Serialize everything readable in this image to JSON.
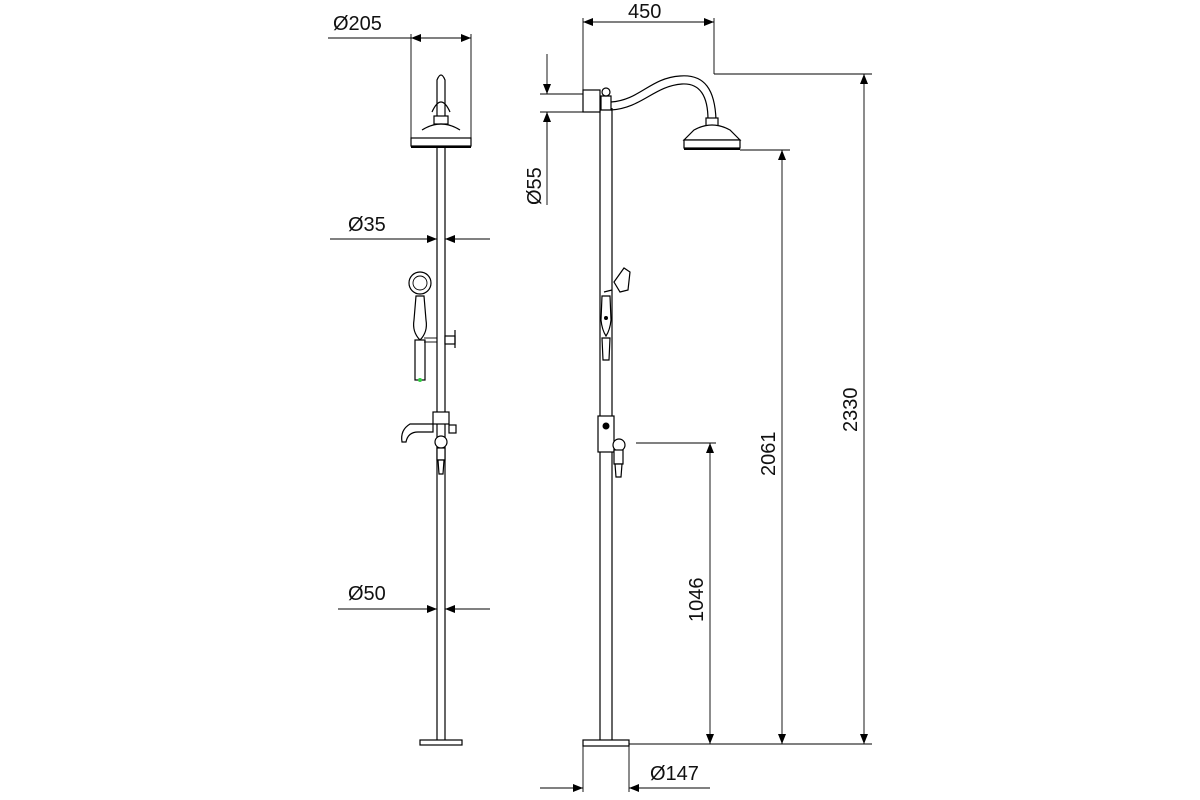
{
  "dimensions": {
    "head_diameter": "Ø205",
    "column_diameter": "Ø35",
    "base_column_diameter": "Ø50",
    "arm_reach": "450",
    "arm_tube_diameter": "Ø55",
    "head_height": "2061",
    "mixer_height": "1046",
    "overall_height": "2330",
    "base_diameter": "Ø147"
  }
}
